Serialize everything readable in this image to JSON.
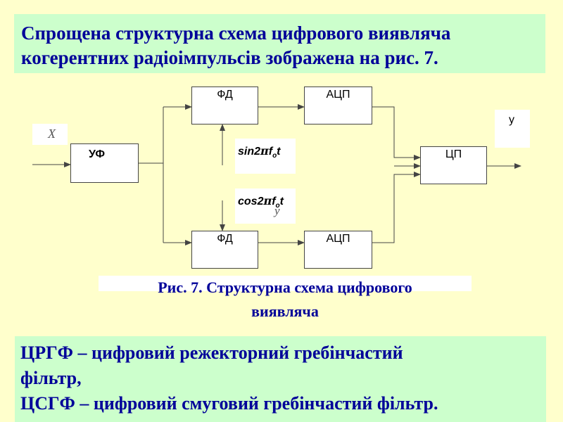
{
  "header": {
    "text_line1": "Спрощена структурна схема цифрового виявляча",
    "text_line2": "когерентних радіоімпульсів зображена на рис. 7."
  },
  "diagram": {
    "input_label": "X",
    "output_label": "у",
    "blocks": {
      "uf": "УФ",
      "fd_top": "ФД",
      "adc_top": "АЦП",
      "fd_bottom": "ФД",
      "adc_bottom": "АЦП",
      "cp": "ЦП"
    },
    "reference_signals": {
      "sin": {
        "fn": "sin2",
        "pi": "π",
        "f": "f",
        "sub": "o",
        "t": "t"
      },
      "cos": {
        "fn": "cos2",
        "pi": "π",
        "f": "f",
        "sub": "o",
        "t": "t"
      }
    },
    "stray_mark": "у",
    "colors": {
      "line": "#444444",
      "block_fill": "#ffffff"
    }
  },
  "caption": {
    "line1": "Рис. 7. Структурна схема цифрового",
    "line2": "виявляча"
  },
  "footer": {
    "line1": "ЦРГФ – цифровий режекторний гребінчастий",
    "line2": "фільтр,",
    "line3": "ЦСГФ – цифровий смуговий гребінчастий фільтр."
  },
  "colors": {
    "background": "#ffffcc",
    "highlight_box": "#ccffcc",
    "text": "#000099"
  }
}
